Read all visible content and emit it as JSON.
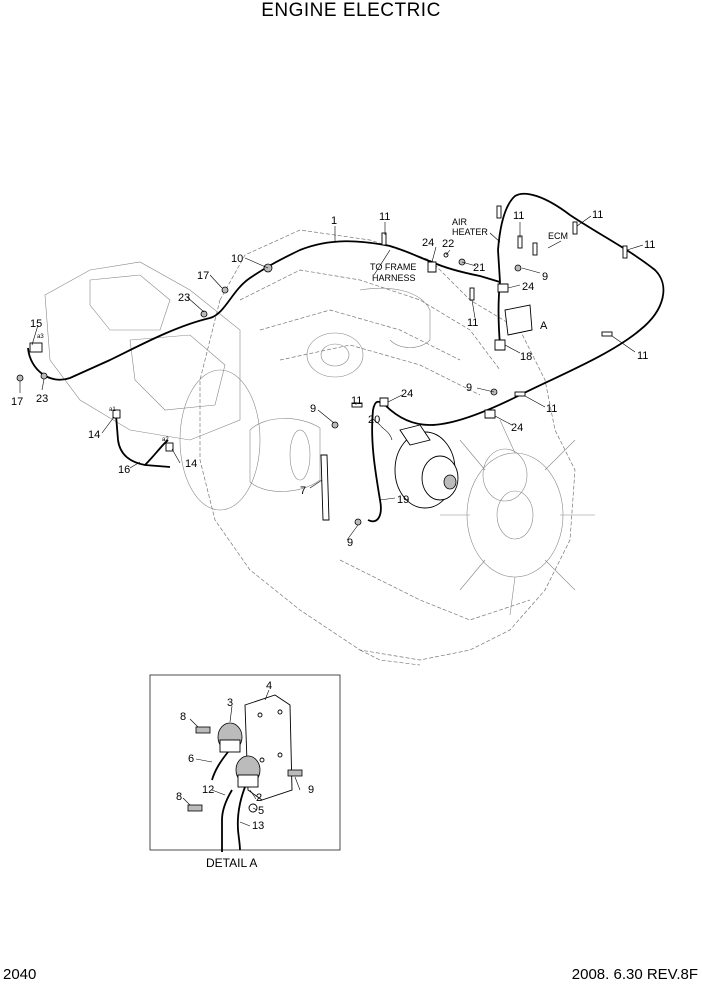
{
  "title": "ENGINE ELECTRIC",
  "footer": {
    "page_number": "2040",
    "revision": "2008. 6.30  REV.8F"
  },
  "callouts": {
    "c1": "1",
    "c2": "2",
    "c3": "3",
    "c4": "4",
    "c5": "5",
    "c6": "6",
    "c7": "7",
    "c8": "8",
    "c9": "9",
    "c10": "10",
    "c11": "11",
    "c12": "12",
    "c13": "13",
    "c14": "14",
    "c15": "15",
    "c16": "16",
    "c17": "17",
    "c18": "18",
    "c19": "19",
    "c20": "20",
    "c21": "21",
    "c22": "22",
    "c23": "23",
    "c24": "24"
  },
  "notes": {
    "to_frame_line1": "TO FRAME",
    "to_frame_line2": "HARNESS",
    "air_heater_line1": "AIR",
    "air_heater_line2": "HEATER",
    "ecm": "ECM",
    "ref_a": "A",
    "a1": "a1",
    "a2": "a2",
    "a3": "a3",
    "detail_caption": "DETAIL  A"
  }
}
